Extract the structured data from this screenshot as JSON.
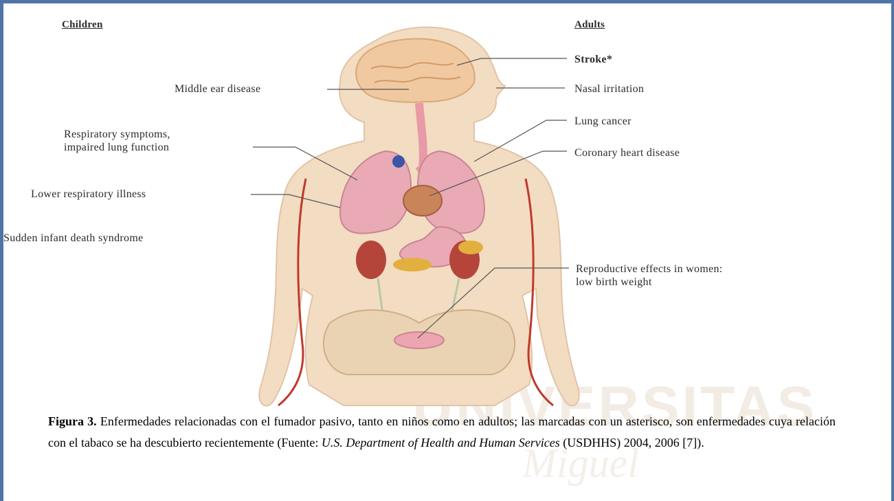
{
  "headers": {
    "children": "Children",
    "adults": "Adults"
  },
  "labels_children": {
    "middle_ear": "Middle ear disease",
    "respiratory_1": "Respiratory symptoms,",
    "respiratory_2": "impaired lung function",
    "lower_respiratory": "Lower respiratory illness",
    "sids": "Sudden infant death syndrome"
  },
  "labels_adults": {
    "stroke": "Stroke*",
    "nasal": "Nasal irritation",
    "lung_cancer": "Lung cancer",
    "coronary": "Coronary heart disease",
    "reproductive_1": "Reproductive effects in women:",
    "reproductive_2": "low birth weight"
  },
  "watermark": {
    "text": "UNIVERSITAS",
    "subtext": "Miguel"
  },
  "caption": {
    "figure_label": "Figura 3.",
    "text_1": " Enfermedades relacionadas con el fumador pasivo, tanto en niños como en adultos; las marcadas con un asterisco, son enfermedades cuya relación con el tabaco se ha descubierto recientemente (Fuente: ",
    "source_italic_1": "U.S. Department of Health and Human Services",
    "text_2": " (USDHHS) 2004, 2006 [7])."
  },
  "colors": {
    "frame": "#4f74a8",
    "skin": "#f2dcc2",
    "lung": "#e9a9b5",
    "vessel": "#c0392b",
    "brain": "#f0c9a0"
  }
}
